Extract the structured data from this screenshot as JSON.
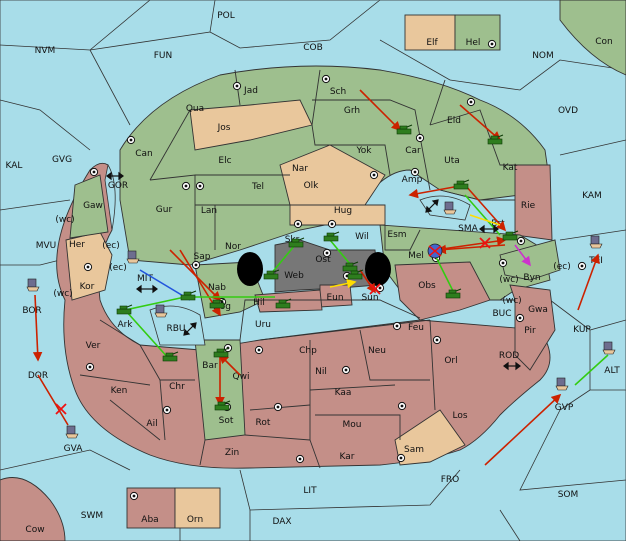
{
  "map": {
    "sea_labels": [
      "POL",
      "NVM",
      "FUN",
      "COB",
      "NOM",
      "OVD",
      "KAL",
      "GVG",
      "KAM",
      "MVU",
      "BOR",
      "DOR",
      "GVA",
      "SWM",
      "LIT",
      "DAX",
      "FRO",
      "SOM",
      "ALT",
      "KUP",
      "TEI",
      "GVP",
      "MIT",
      "GOR",
      "RBU",
      "SMA",
      "BUC",
      "ROD"
    ],
    "land_labels": [
      "Jad",
      "Sch",
      "Qua",
      "Jos",
      "Grh",
      "Car",
      "Eld",
      "Kat",
      "Can",
      "Elc",
      "Nar",
      "Yok",
      "Uta",
      "Tel",
      "Olk",
      "Amp",
      "Gur",
      "Lan",
      "Hug",
      "Rie",
      "Gaw",
      "Nor",
      "Skr",
      "Wil",
      "Esm",
      "Brt",
      "Her",
      "Sap",
      "Web",
      "Ost",
      "Mel",
      "Byn",
      "Kor",
      "Nab",
      "Eun",
      "Sun",
      "Obs",
      "Gwa",
      "Hil",
      "Nog",
      "Ark",
      "Uru",
      "Feu",
      "Pir",
      "Ver",
      "Chp",
      "Neu",
      "Orl",
      "Bar",
      "Qwi",
      "Nil",
      "Ken",
      "Chr",
      "Kaa",
      "Los",
      "Sot",
      "Rot",
      "Mou",
      "Ail",
      "Zin",
      "Kar",
      "Sam",
      "Elf",
      "Hel",
      "Con",
      "Cow",
      "Aba",
      "Orn"
    ],
    "coast_marks": [
      "(wc)",
      "(ec)",
      "(ec)",
      "(wc)",
      "(wc)",
      "(wc)",
      "(ec)"
    ],
    "colors": {
      "sea": "#a8dde9",
      "green_power": "#9ebf8e",
      "red_power": "#c48f88",
      "neutral": "#e9c79c",
      "strait": "#777777",
      "order_move": "#cc2200",
      "order_support": "#33cc11",
      "order_convoy": "#ffdd00",
      "order_hold": "#2255dd",
      "order_retreat": "#cc33cc"
    },
    "icons": [
      "army-icon",
      "fleet-icon",
      "supply-center-icon",
      "bounce-x-icon",
      "retreat-icon",
      "double-arrow-icon"
    ]
  }
}
